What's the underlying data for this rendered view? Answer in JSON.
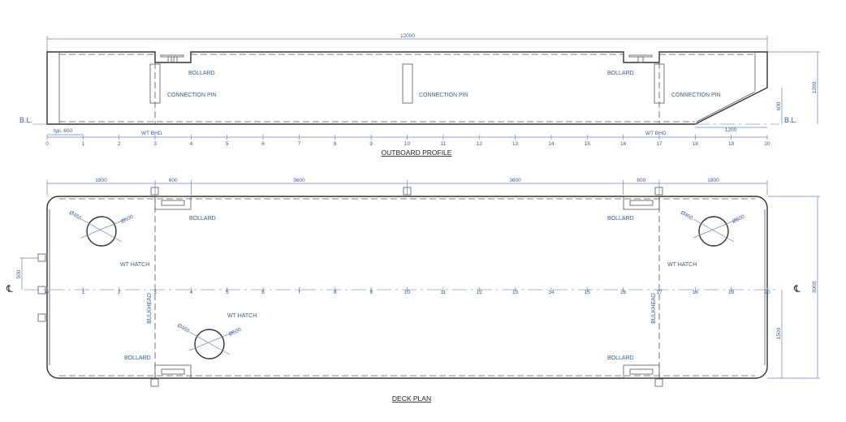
{
  "profile": {
    "title": "OUTBOARD PROFILE",
    "overall_length": "12000",
    "depth": "1200",
    "bow_rise": "600",
    "bow_length": "1200",
    "typ_spacing": "typ. 600",
    "baseline": "B.L.",
    "wt_bhd": "WT BHD",
    "bollard": "BOLLARD",
    "connection_pin": "CONNECTION PIN"
  },
  "deck": {
    "title": "DECK PLAN",
    "dims_top": [
      "1800",
      "600",
      "3600",
      "3600",
      "600",
      "1800"
    ],
    "beam": "3000",
    "half_beam": "1500",
    "pin_spacing": "500",
    "centerline": "℄",
    "bulkhead": "BULKHEAD",
    "bollard": "BOLLARD",
    "wt_hatch": "WT HATCH",
    "dia_inner": "Ø460",
    "dia_outer": "Ø500"
  },
  "frames": [
    "0",
    "1",
    "2",
    "3",
    "4",
    "5",
    "6",
    "7",
    "8",
    "9",
    "10",
    "11",
    "12",
    "13",
    "14",
    "15",
    "16",
    "17",
    "18",
    "19",
    "20"
  ]
}
